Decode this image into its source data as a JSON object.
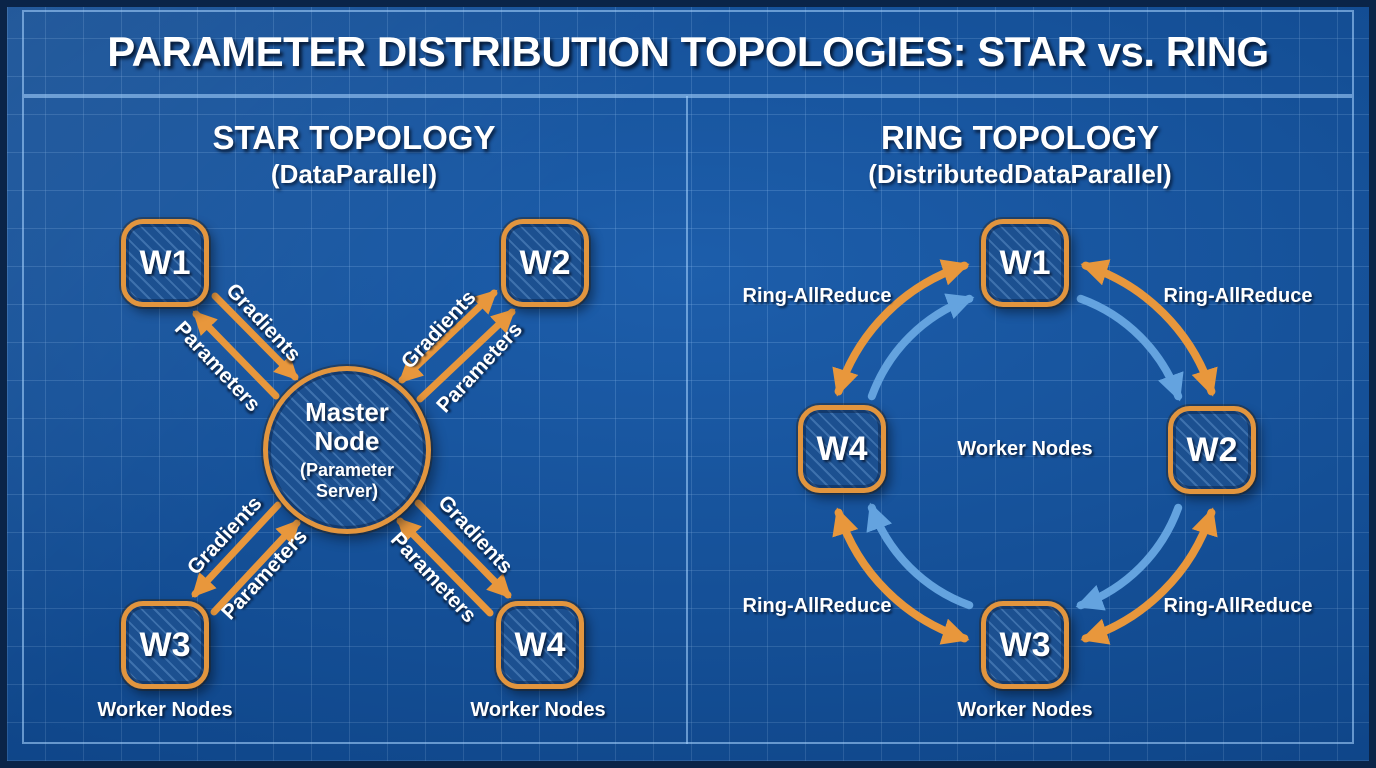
{
  "title": "PARAMETER DISTRIBUTION TOPOLOGIES: STAR vs. RING",
  "star": {
    "heading": "STAR TOPOLOGY",
    "subheading": "(DataParallel)",
    "master_name": "Master Node",
    "master_role": "(Parameter Server)",
    "workers": {
      "w1": "W1",
      "w2": "W2",
      "w3": "W3",
      "w4": "W4"
    },
    "links": {
      "gradients": "Gradients",
      "parameters": "Parameters"
    },
    "left_caption": "Worker Nodes",
    "right_caption": "Worker Nodes"
  },
  "ring": {
    "heading": "RING TOPOLOGY",
    "subheading": "(DistributedDataParallel)",
    "workers": {
      "w1": "W1",
      "w2": "W2",
      "w3": "W3",
      "w4": "W4"
    },
    "labels": {
      "top_left": "Ring-AllReduce",
      "top_right": "Ring-AllReduce",
      "bottom_left": "Ring-AllReduce",
      "bottom_right": "Ring-AllReduce"
    },
    "center_caption": "Worker Nodes",
    "bottom_caption": "Worker Nodes"
  },
  "colors": {
    "background": "#1254a3",
    "frame_line": "#a0cdfa",
    "node_fill": "#1c5090",
    "node_border": "#e2953e",
    "arrow_orange": "#e8973c",
    "arrow_blue": "#64a3df",
    "text": "#ffffff"
  }
}
